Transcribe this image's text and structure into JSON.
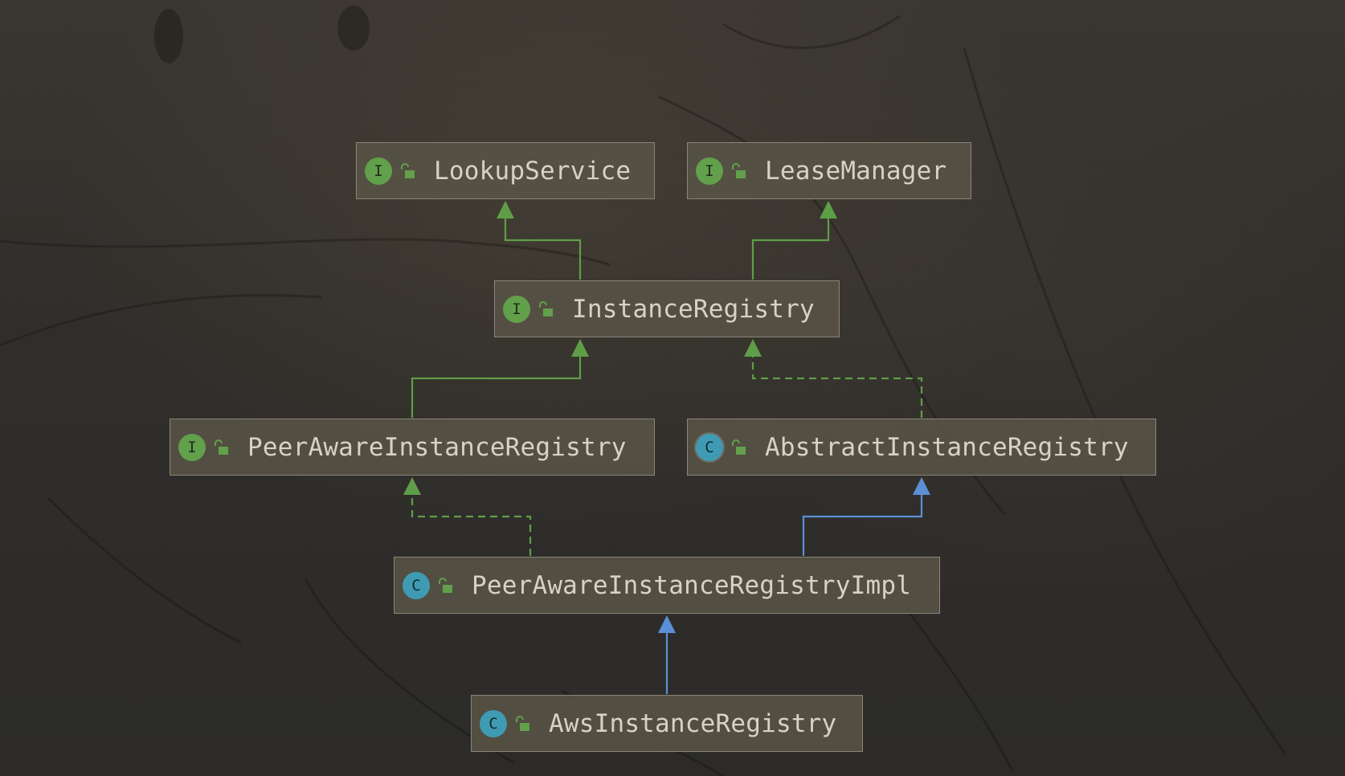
{
  "diagram": {
    "nodes": [
      {
        "id": "lookup-service",
        "name": "LookupService",
        "kind": "interface",
        "kind_glyph": "I"
      },
      {
        "id": "lease-manager",
        "name": "LeaseManager",
        "kind": "interface",
        "kind_glyph": "I"
      },
      {
        "id": "instance-registry",
        "name": "InstanceRegistry",
        "kind": "interface",
        "kind_glyph": "I"
      },
      {
        "id": "peer-aware-instance-registry",
        "name": "PeerAwareInstanceRegistry",
        "kind": "interface",
        "kind_glyph": "I"
      },
      {
        "id": "abstract-instance-registry",
        "name": "AbstractInstanceRegistry",
        "kind": "abstract-class",
        "kind_glyph": "C"
      },
      {
        "id": "peer-aware-instance-registry-impl",
        "name": "PeerAwareInstanceRegistryImpl",
        "kind": "class",
        "kind_glyph": "C"
      },
      {
        "id": "aws-instance-registry",
        "name": "AwsInstanceRegistry",
        "kind": "class",
        "kind_glyph": "C"
      }
    ],
    "edges": [
      {
        "from": "instance-registry",
        "to": "lookup-service",
        "relation": "extends-interface",
        "style": "solid",
        "color": "#5f9e48"
      },
      {
        "from": "instance-registry",
        "to": "lease-manager",
        "relation": "extends-interface",
        "style": "solid",
        "color": "#5f9e48"
      },
      {
        "from": "peer-aware-instance-registry",
        "to": "instance-registry",
        "relation": "extends-interface",
        "style": "solid",
        "color": "#5f9e48"
      },
      {
        "from": "abstract-instance-registry",
        "to": "instance-registry",
        "relation": "implements",
        "style": "dashed",
        "color": "#5f9e48"
      },
      {
        "from": "peer-aware-instance-registry-impl",
        "to": "peer-aware-instance-registry",
        "relation": "implements",
        "style": "dashed",
        "color": "#5f9e48"
      },
      {
        "from": "peer-aware-instance-registry-impl",
        "to": "abstract-instance-registry",
        "relation": "extends",
        "style": "solid",
        "color": "#5b8fd6"
      },
      {
        "from": "aws-instance-registry",
        "to": "peer-aware-instance-registry-impl",
        "relation": "extends",
        "style": "solid",
        "color": "#5b8fd6"
      }
    ]
  },
  "colors": {
    "interface_icon": "#62a04c",
    "class_icon": "#3f9bb3",
    "implements_edge": "#5f9e48",
    "extends_edge": "#5b8fd6",
    "node_fill": "#58534680",
    "node_border": "#8b857a",
    "label_text": "#d6d2c8"
  }
}
